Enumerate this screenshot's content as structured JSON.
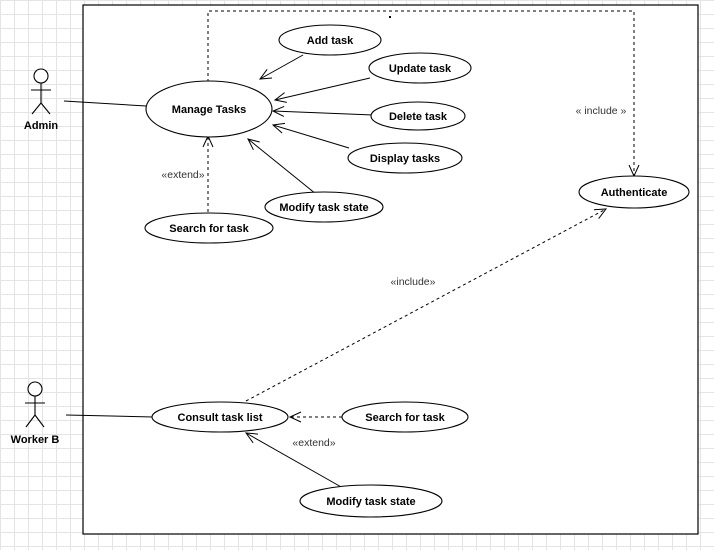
{
  "actors": {
    "admin": "Admin",
    "worker_b": "Worker B"
  },
  "use_cases": {
    "manage_tasks": "Manage Tasks",
    "add_task": "Add task",
    "update_task": "Update task",
    "delete_task": "Delete task",
    "display_tasks": "Display tasks",
    "modify_task_state_top": "Modify task state",
    "search_for_task_top": "Search for task",
    "authenticate": "Authenticate",
    "consult_task_list": "Consult task list",
    "search_for_task_bottom": "Search for task",
    "modify_task_state_bottom": "Modify task state"
  },
  "stereotypes": {
    "include_top": "« include »",
    "extend_top": "«extend»",
    "include_mid": "«include»",
    "extend_bottom": "«extend»"
  }
}
